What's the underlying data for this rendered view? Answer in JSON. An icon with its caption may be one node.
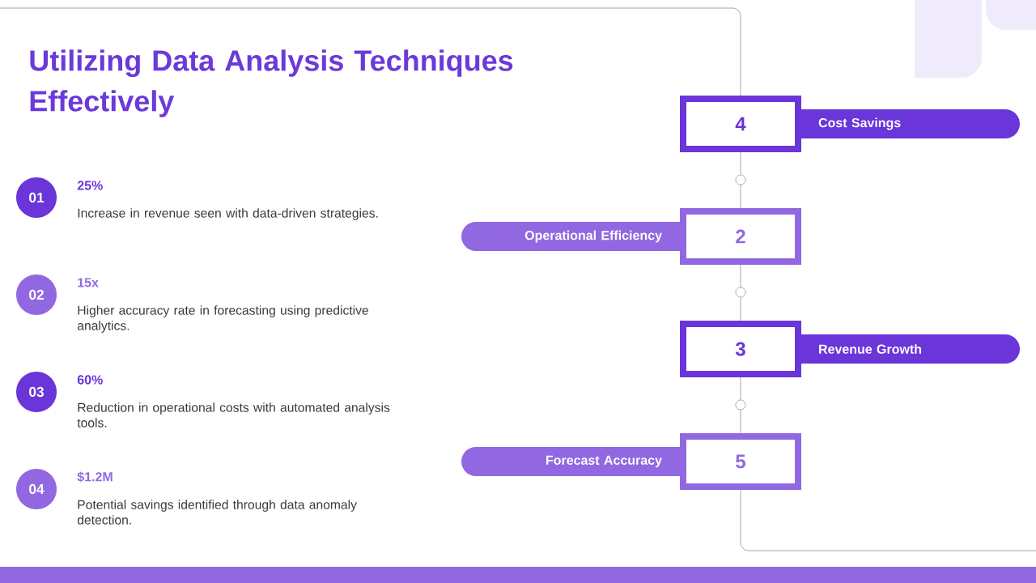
{
  "diagram": {
    "title": "Utilizing Data Analysis Techniques Effectively",
    "nodes": [
      {
        "text": [
          "01"
        ],
        "beside": [
          "25%",
          "Increase in revenue seen with data-driven strategies."
        ]
      },
      {
        "text": [
          "02"
        ],
        "beside": [
          "15x",
          "Higher accuracy rate in forecasting using predictive analytics."
        ]
      },
      {
        "text": [
          "03"
        ],
        "beside": [
          "60%",
          "Reduction in operational costs with automated analysis tools."
        ]
      },
      {
        "text": [
          "04"
        ],
        "beside": [
          "$1.2M",
          "Potential savings identified through data anomaly detection."
        ]
      },
      {
        "text": [
          "4"
        ]
      },
      {
        "text": [
          "Cost Savings"
        ]
      },
      {
        "text": [],
        "shape": "circle"
      },
      {
        "text": [
          "Operational Efficiency"
        ]
      },
      {
        "text": [
          "2"
        ]
      },
      {
        "text": [],
        "shape": "circle"
      },
      {
        "text": [
          "3"
        ]
      },
      {
        "text": [
          "Revenue Growth"
        ]
      },
      {
        "text": [],
        "shape": "circle"
      },
      {
        "text": [
          "Forecast Accuracy"
        ]
      },
      {
        "text": [
          "5"
        ]
      }
    ],
    "edges": [
      {
        "from": 4,
        "to": 6,
        "arrow": "none"
      },
      {
        "from": 6,
        "to": 8,
        "arrow": "none"
      },
      {
        "from": 8,
        "to": 9,
        "arrow": "none"
      },
      {
        "from": 9,
        "to": 10,
        "arrow": "none"
      },
      {
        "from": 10,
        "to": 12,
        "arrow": "none"
      },
      {
        "from": 12,
        "to": 14,
        "arrow": "none"
      }
    ]
  }
}
